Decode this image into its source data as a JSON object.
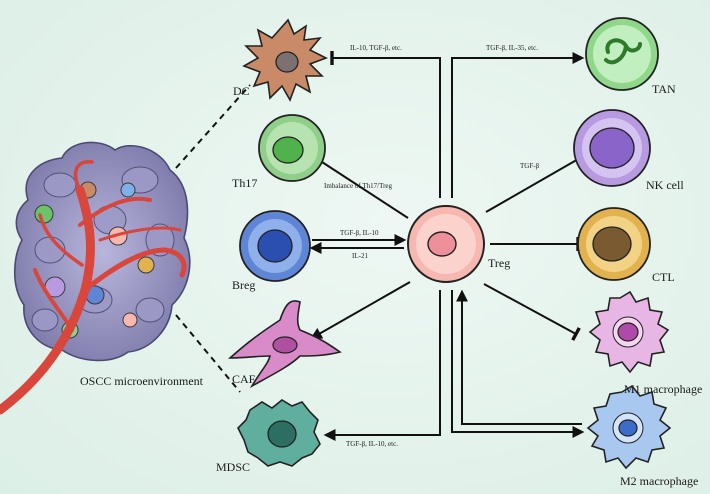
{
  "diagram": {
    "center": "Treg",
    "environment": "OSCC microenvironment",
    "cells": {
      "dc": "DC",
      "th17": "Th17",
      "breg": "Breg",
      "caf": "CAF",
      "mdsc": "MDSC",
      "tan": "TAN",
      "nk": "NK cell",
      "ctl": "CTL",
      "m1": "M1 macrophage",
      "m2": "M2 macrophage"
    },
    "edges": {
      "dc": "IL-10, TGF-β, etc.",
      "tan": "TGF-β, IL-35, etc.",
      "nk": "TGF-β",
      "th17": "Imbalance of Th17/Treg",
      "breg_to_treg": "TGF-β, IL-10",
      "treg_to_breg": "IL-21",
      "mdsc": "TGF-β, IL-10, etc."
    },
    "colors": {
      "treg": "#f6b8b0",
      "dc": "#c98a68",
      "th17": "#8fcf8a",
      "breg": "#5f86d6",
      "caf": "#d98ac8",
      "mdsc": "#5fae9e",
      "tan": "#8fd88a",
      "nk": "#b79ae0",
      "ctl": "#e2b24e",
      "m1": "#e8b6e4",
      "m2": "#a8c8f0",
      "vessel": "#d8463c",
      "tissue": "#8a88b8"
    }
  }
}
